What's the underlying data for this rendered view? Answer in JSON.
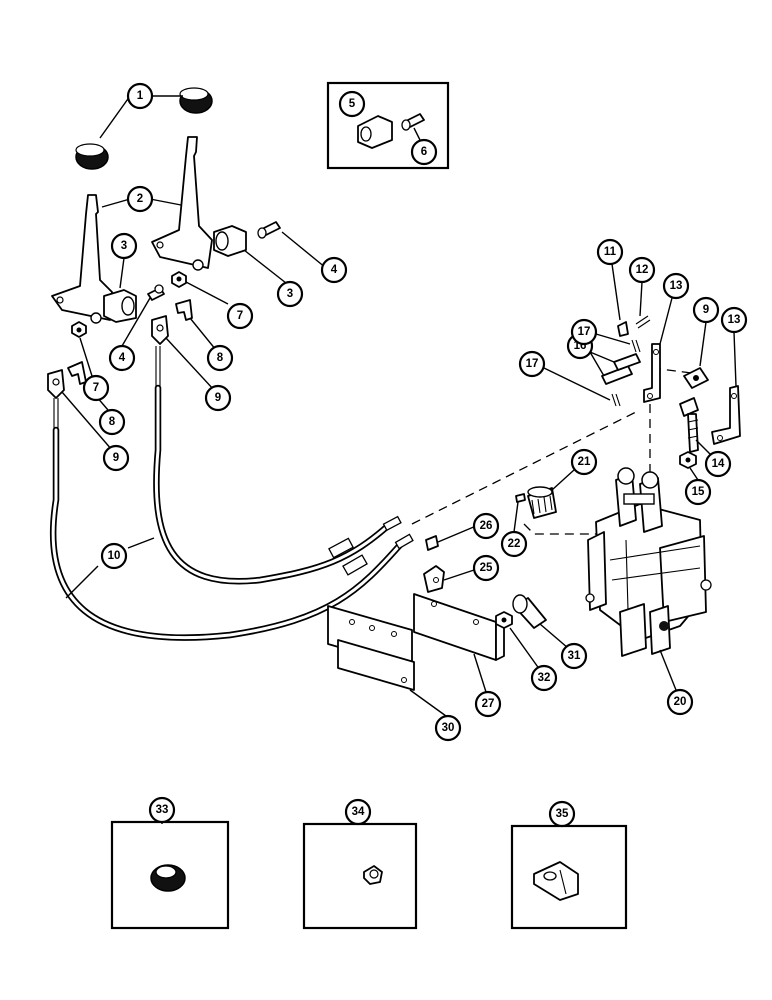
{
  "callouts": {
    "c1": "1",
    "c2": "2",
    "c3a": "3",
    "c3b": "3",
    "c4a": "4",
    "c4b": "4",
    "c5": "5",
    "c6": "6",
    "c7a": "7",
    "c7b": "7",
    "c8a": "8",
    "c8b": "8",
    "c9a": "9",
    "c9b": "9",
    "c9c": "9",
    "c10": "10",
    "c11": "11",
    "c12": "12",
    "c13a": "13",
    "c13b": "13",
    "c14": "14",
    "c15": "15",
    "c16": "16",
    "c17a": "17",
    "c17b": "17",
    "c20": "20",
    "c21": "21",
    "c22": "22",
    "c25": "25",
    "c26": "26",
    "c27": "27",
    "c30": "30",
    "c31": "31",
    "c32": "32",
    "c33": "33",
    "c34": "34",
    "c35": "35"
  }
}
